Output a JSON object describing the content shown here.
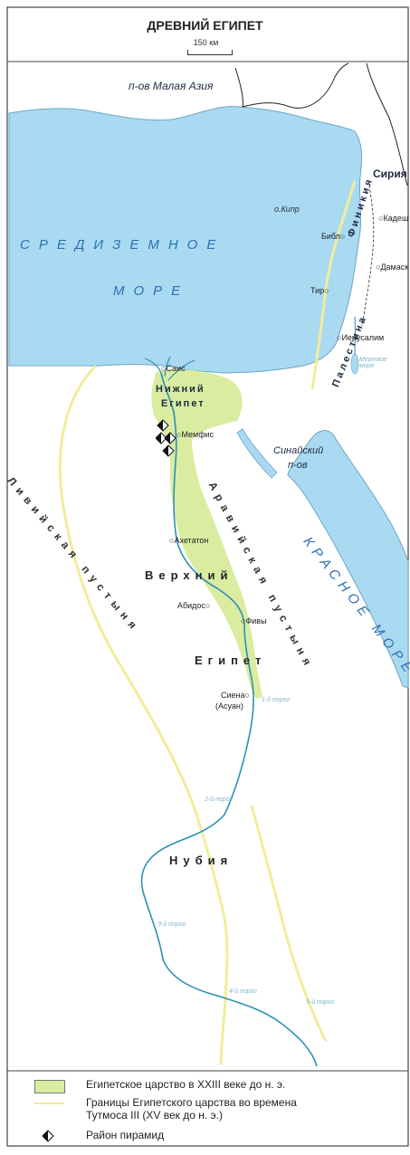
{
  "map": {
    "title": "ДРЕВНИЙ ЕГИПЕТ",
    "scale_label": "150 км",
    "colors": {
      "sea": "#a9daf2",
      "land": "#ffffff",
      "kingdom": "#d9eca0",
      "border": "#f2ec9a",
      "river": "#2c8fb5",
      "coast": "#6ba6c4"
    },
    "labels": {
      "asia_minor": "п-ов Малая Азия",
      "syria": "Сирия",
      "cyprus": "о.Кипр",
      "med_sea_1": "СРЕДИЗЕМНОЕ",
      "med_sea_2": "МОРЕ",
      "phoenicia": "Финикия",
      "palestine": "Палестина",
      "lower_egypt_1": "Нижний",
      "lower_egypt_2": "Египет",
      "sinai_1": "Синайский",
      "sinai_2": "п-ов",
      "libyan_desert": "Ливийская пустыня",
      "arabian_desert": "Аравийская пустыня",
      "red_sea": "КРАСНОЕ МОРЕ",
      "upper_egypt_1": "Верхний",
      "upper_egypt_2": "Египет",
      "nubia": "Нубия"
    },
    "cities": {
      "kadesh": "Кадеш",
      "byblos": "Библ",
      "damascus": "Дамаск",
      "tyre": "Тир",
      "jerusalem": "Иерусалим",
      "dead_sea": "Мертвое море",
      "sais": "Саис",
      "memphis": "Мемфис",
      "akhetaten": "Ахетатон",
      "abydos": "Абидос",
      "thebes": "Фивы",
      "syene_1": "Сиена",
      "syene_2": "(Асуан)"
    },
    "cataracts": {
      "c1": "1-й порог",
      "c2": "2-й порог",
      "c3": "3-й порог",
      "c4": "4-й порог",
      "c5": "5-й порог"
    }
  },
  "legend": {
    "kingdom": "Египетское царство в XXIII веке до н. э.",
    "border_1": "Границы Египетского царства во времена",
    "border_2": "Тутмоса III (XV век до н. э.)",
    "pyramids": "Район пирамид"
  }
}
